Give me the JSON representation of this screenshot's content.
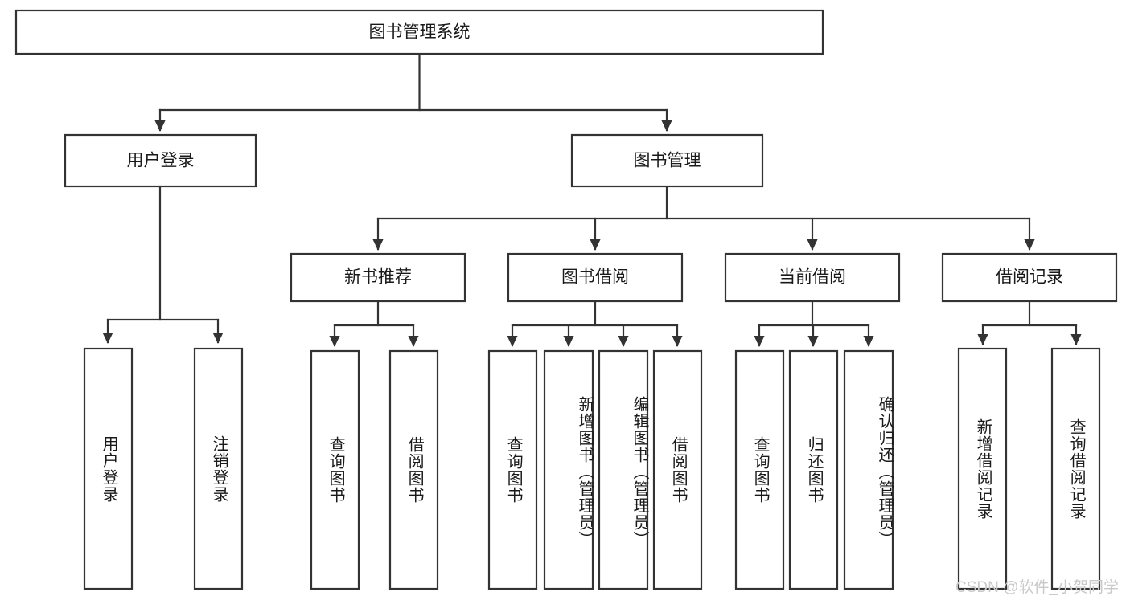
{
  "diagram": {
    "type": "tree",
    "title": "图书管理系统",
    "orientation": "top-down",
    "watermark": "CSDN @软件_小贺同学",
    "colors": {
      "stroke": "#333333",
      "fill": "#ffffff",
      "text": "#1a1a1a",
      "watermark": "#c9c9c9"
    },
    "nodes": {
      "root": {
        "label": "图书管理系统",
        "level": 0
      },
      "l1": [
        {
          "id": "user-login",
          "label": "用户登录"
        },
        {
          "id": "book-manage",
          "label": "图书管理"
        }
      ],
      "l2": [
        {
          "id": "new-book-recommend",
          "label": "新书推荐",
          "parent": "book-manage"
        },
        {
          "id": "book-borrow",
          "label": "图书借阅",
          "parent": "book-manage"
        },
        {
          "id": "current-borrow",
          "label": "当前借阅",
          "parent": "book-manage"
        },
        {
          "id": "borrow-record",
          "label": "借阅记录",
          "parent": "book-manage"
        }
      ],
      "leaves": [
        {
          "id": "leaf-user-login",
          "label": "用户登录",
          "parent": "user-login"
        },
        {
          "id": "leaf-logout-login",
          "label": "注销登录",
          "parent": "user-login"
        },
        {
          "id": "leaf-query-book-1",
          "label": "查询图书",
          "parent": "new-book-recommend"
        },
        {
          "id": "leaf-borrow-book-1",
          "label": "借阅图书",
          "parent": "new-book-recommend"
        },
        {
          "id": "leaf-query-book-2",
          "label": "查询图书",
          "parent": "book-borrow"
        },
        {
          "id": "leaf-add-book",
          "label": "新增图书（管理员）",
          "parent": "book-borrow"
        },
        {
          "id": "leaf-edit-book",
          "label": "编辑图书（管理员）",
          "parent": "book-borrow"
        },
        {
          "id": "leaf-borrow-book-2",
          "label": "借阅图书",
          "parent": "book-borrow"
        },
        {
          "id": "leaf-query-book-3",
          "label": "查询图书",
          "parent": "current-borrow"
        },
        {
          "id": "leaf-return-book",
          "label": "归还图书",
          "parent": "current-borrow"
        },
        {
          "id": "leaf-confirm-return",
          "label": "确认归还（管理员）",
          "parent": "current-borrow"
        },
        {
          "id": "leaf-add-record",
          "label": "新增借阅记录",
          "parent": "borrow-record"
        },
        {
          "id": "leaf-query-record",
          "label": "查询借阅记录",
          "parent": "borrow-record"
        }
      ]
    }
  }
}
